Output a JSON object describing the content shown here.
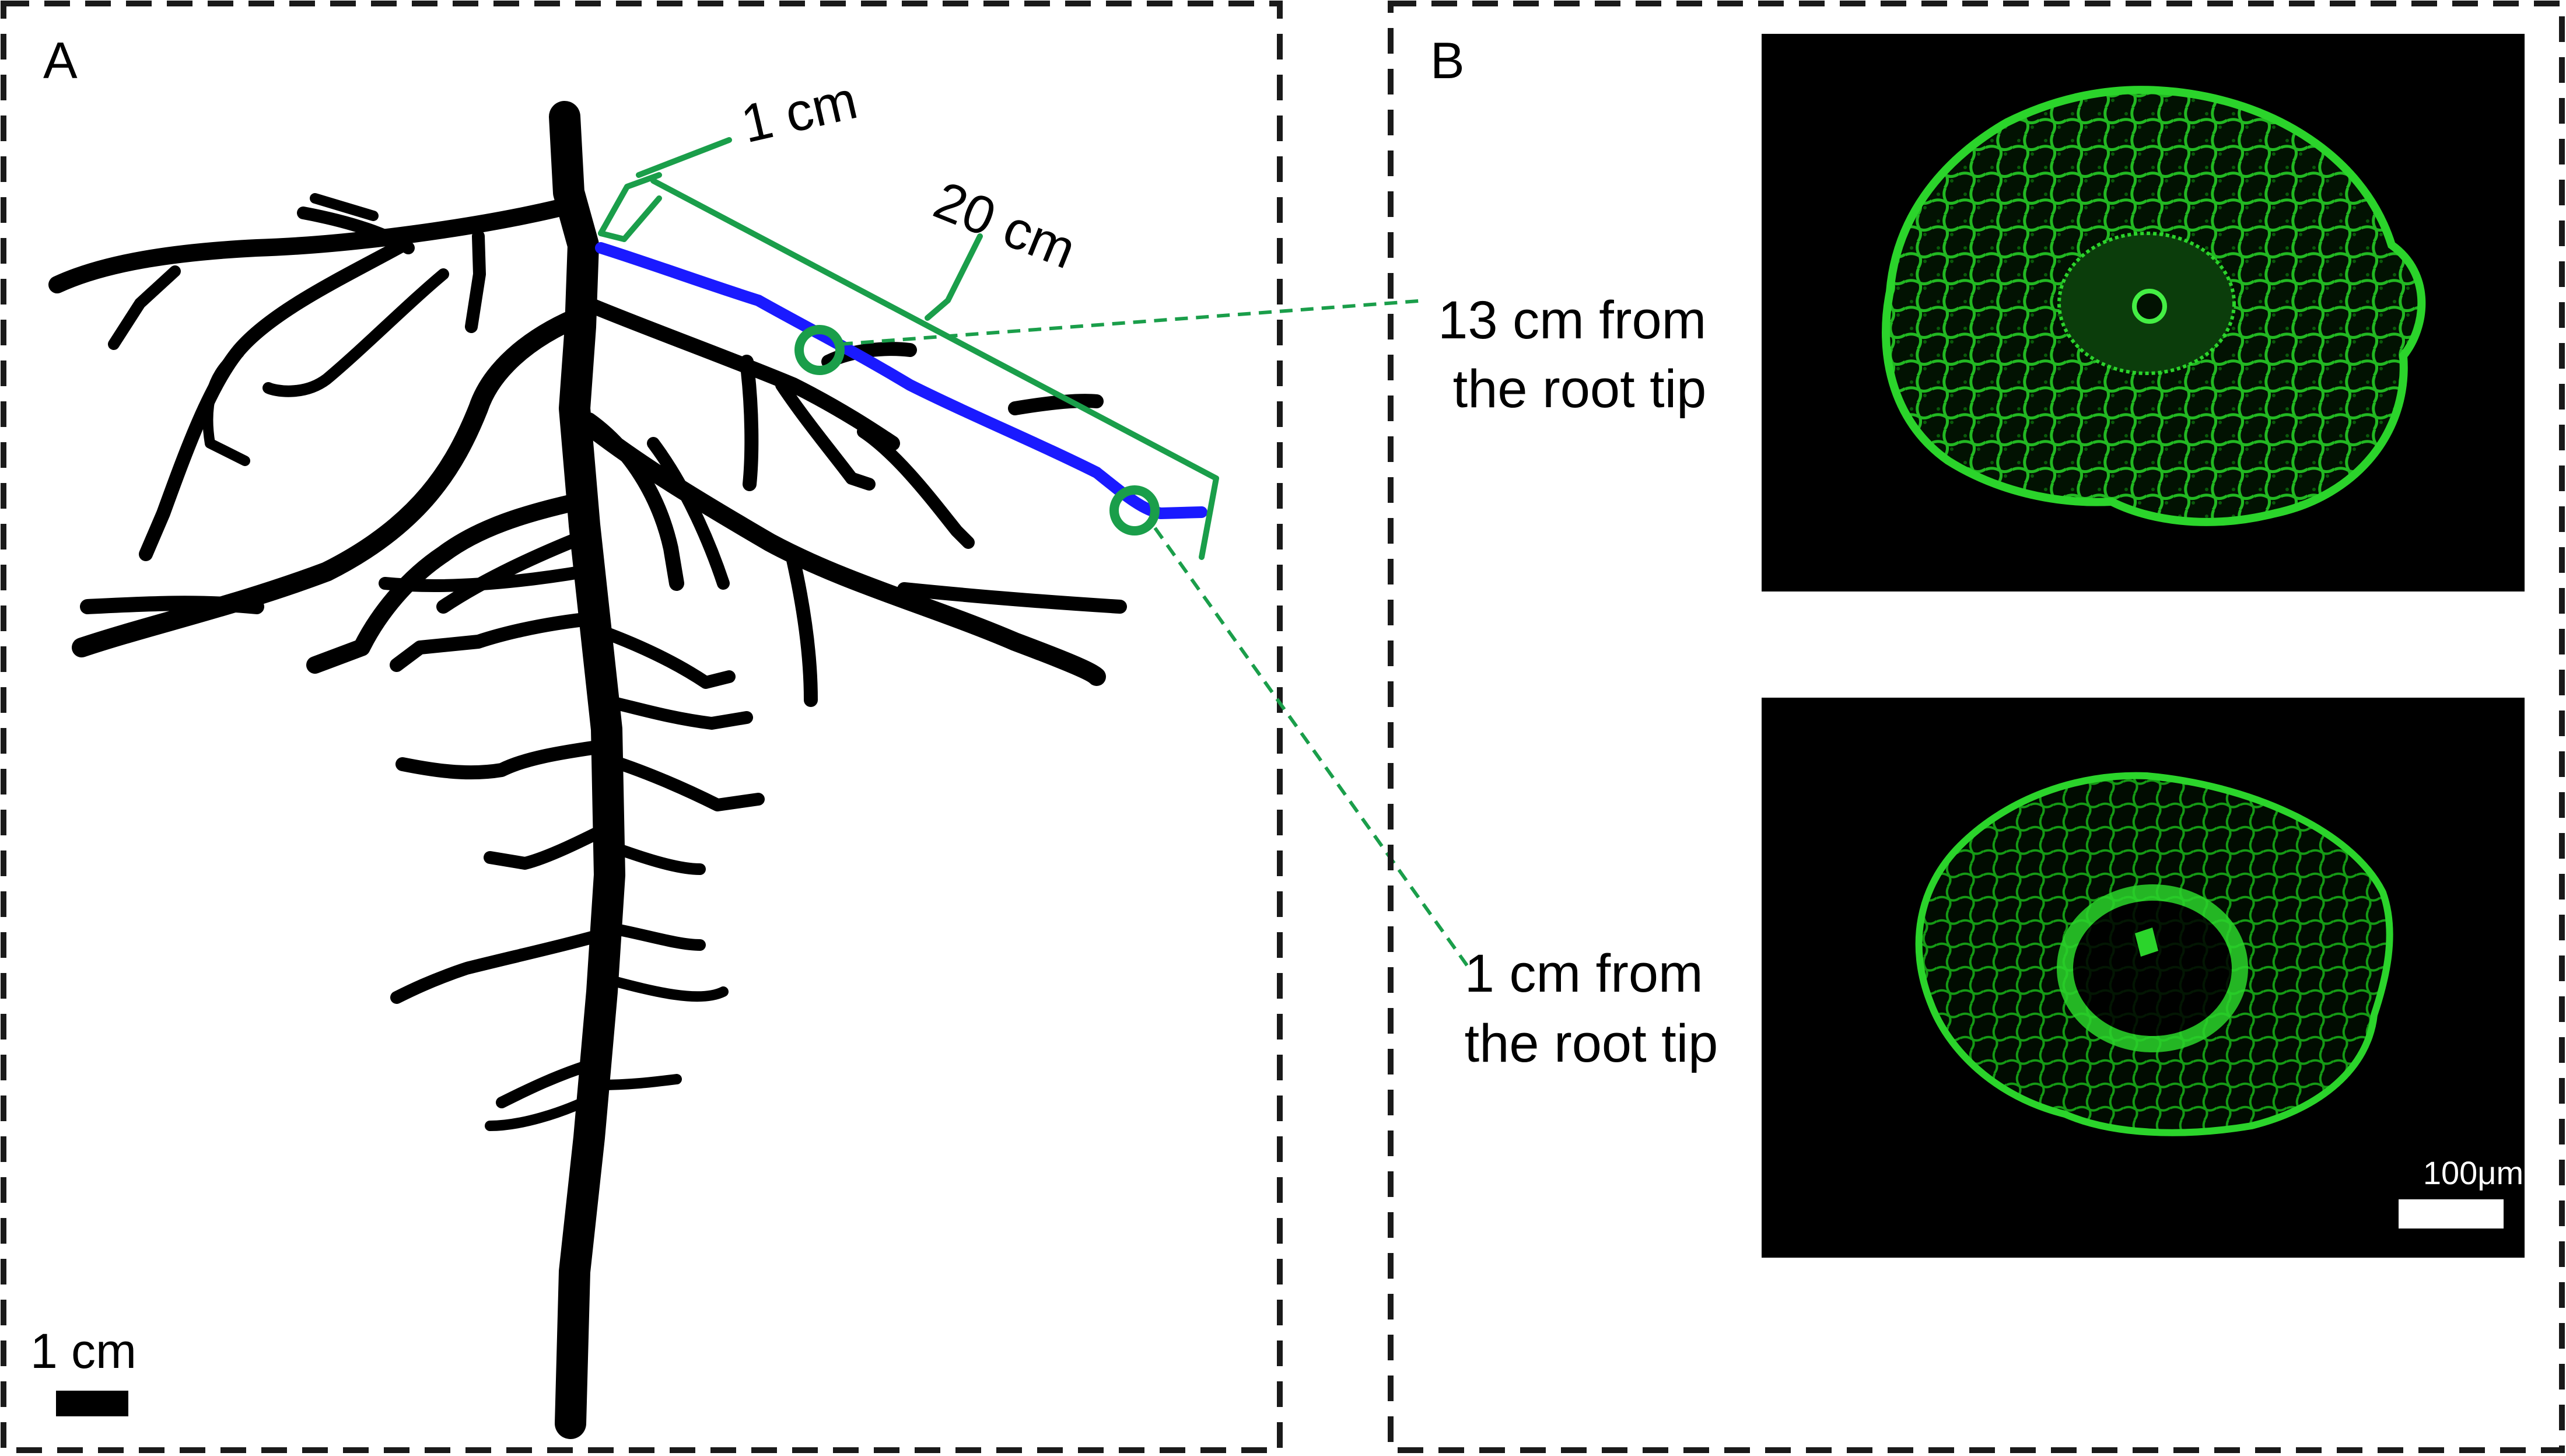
{
  "panel_a": {
    "letter": "A",
    "measure_1cm": "1 cm",
    "measure_20cm": "20 cm",
    "scale_bar_label": "1 cm"
  },
  "panel_b": {
    "letter": "B",
    "callout_13cm": [
      "13 cm from",
      "the root tip"
    ],
    "callout_1cm": [
      "1 cm from",
      "the root tip"
    ],
    "micrograph_scale_label": "100μm"
  },
  "colors": {
    "root": "#000000",
    "highlight_root": "#1a1aff",
    "annotation": "#1a9e4a",
    "fluorescence": "#2bd42b",
    "micrograph_background": "#000000",
    "panel_border": "#1a1a1a"
  }
}
